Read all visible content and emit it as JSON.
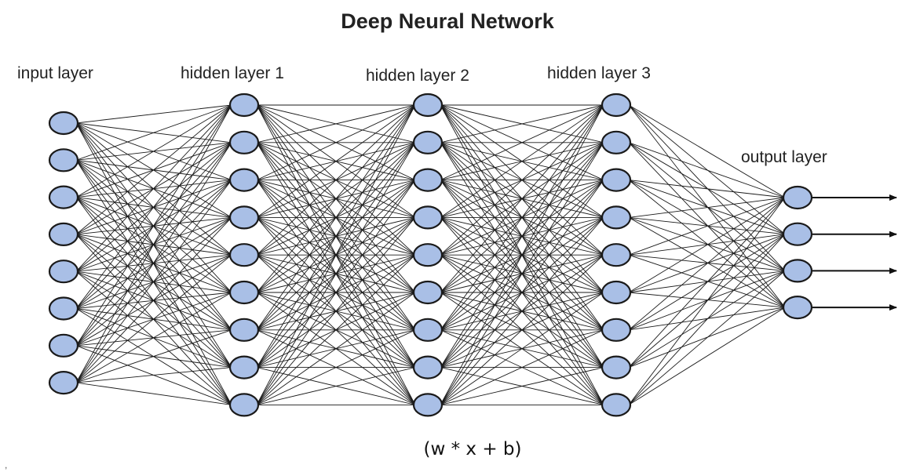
{
  "title": "Deep Neural Network",
  "layers": [
    {
      "label": "input layer",
      "nodes": 8
    },
    {
      "label": "hidden layer 1",
      "nodes": 9
    },
    {
      "label": "hidden layer 2",
      "nodes": 9
    },
    {
      "label": "hidden layer 3",
      "nodes": 9
    },
    {
      "label": "output layer",
      "nodes": 4
    }
  ],
  "formula": "(w * x + b)",
  "colors": {
    "node_fill": "#a9bfe6",
    "node_stroke": "#1a1a1a",
    "edge": "#1a1a1a",
    "text": "#222222"
  }
}
